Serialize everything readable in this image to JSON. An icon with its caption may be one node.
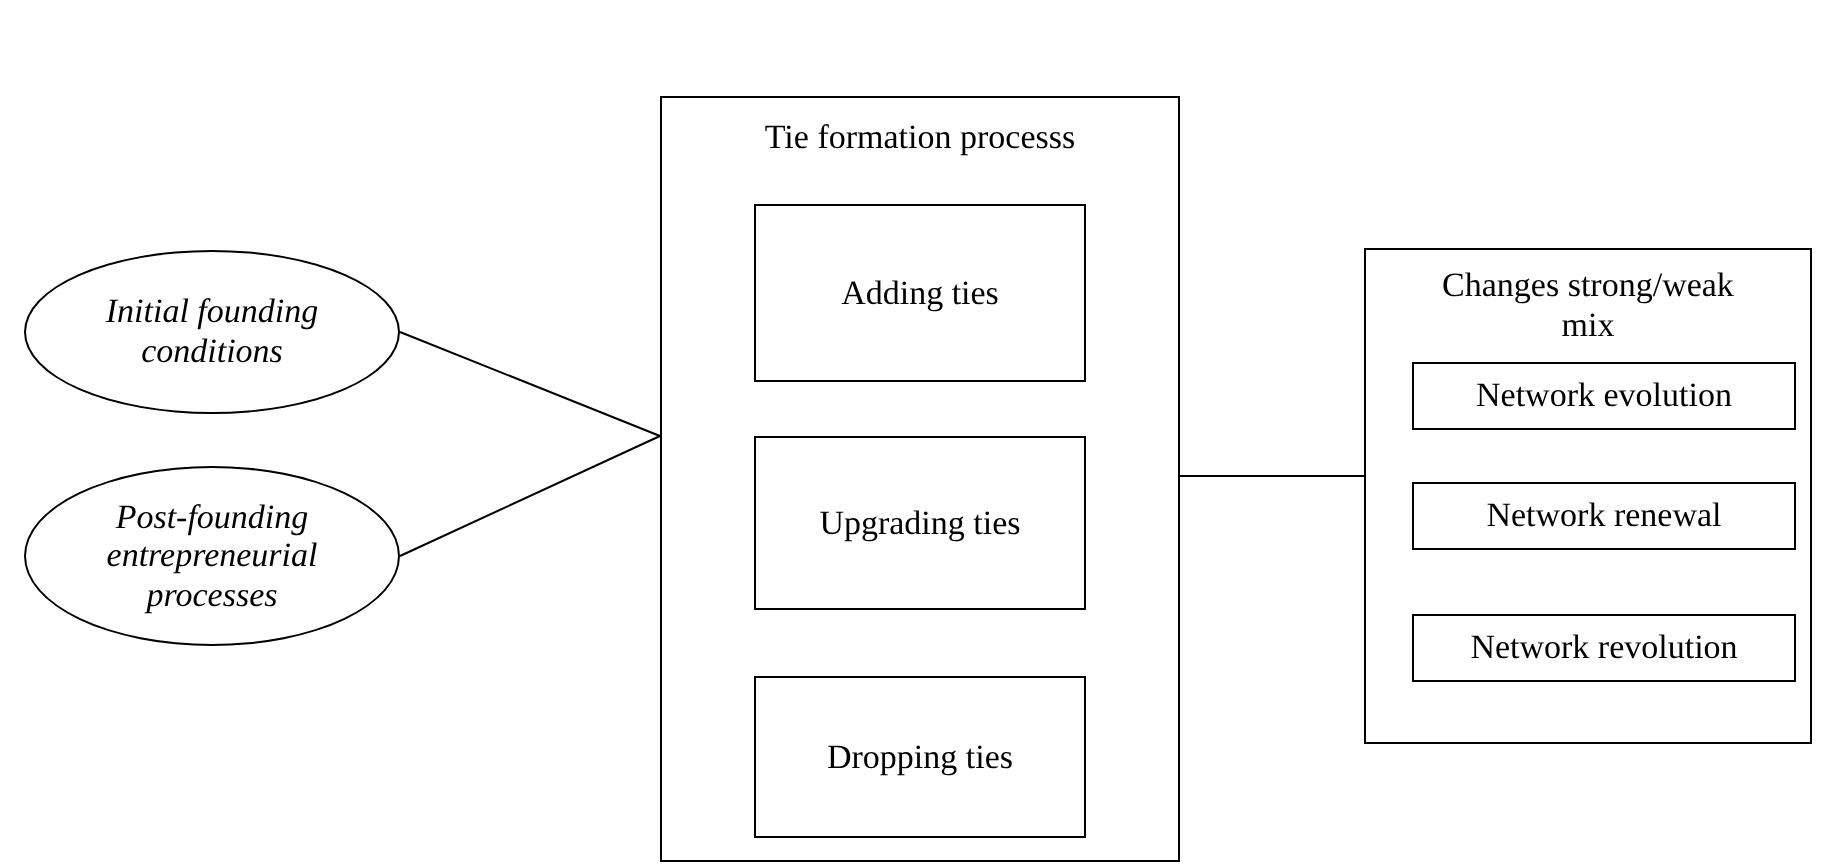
{
  "diagram": {
    "nodes": [
      {
        "text": [
          "Initial founding conditions"
        ]
      },
      {
        "text": [
          "Post-founding entrepreneurial processes"
        ]
      },
      {
        "text": [
          "Tie formation processs"
        ]
      },
      {
        "text": [
          "Adding ties"
        ],
        "in": 2
      },
      {
        "text": [
          "Upgrading ties"
        ],
        "in": 2
      },
      {
        "text": [
          "Dropping ties"
        ],
        "in": 2
      },
      {
        "text": [
          "Changes strong/weak mix"
        ]
      },
      {
        "text": [
          "Network evolution"
        ],
        "in": 6
      },
      {
        "text": [
          "Network renewal"
        ],
        "in": 6
      },
      {
        "text": [
          "Network revolution"
        ],
        "in": 6
      }
    ],
    "edges": [
      {
        "from": 0,
        "to": 2,
        "arrow": "none"
      },
      {
        "from": 1,
        "to": 2,
        "arrow": "none"
      },
      {
        "from": 2,
        "to": 6,
        "arrow": "none"
      }
    ]
  }
}
